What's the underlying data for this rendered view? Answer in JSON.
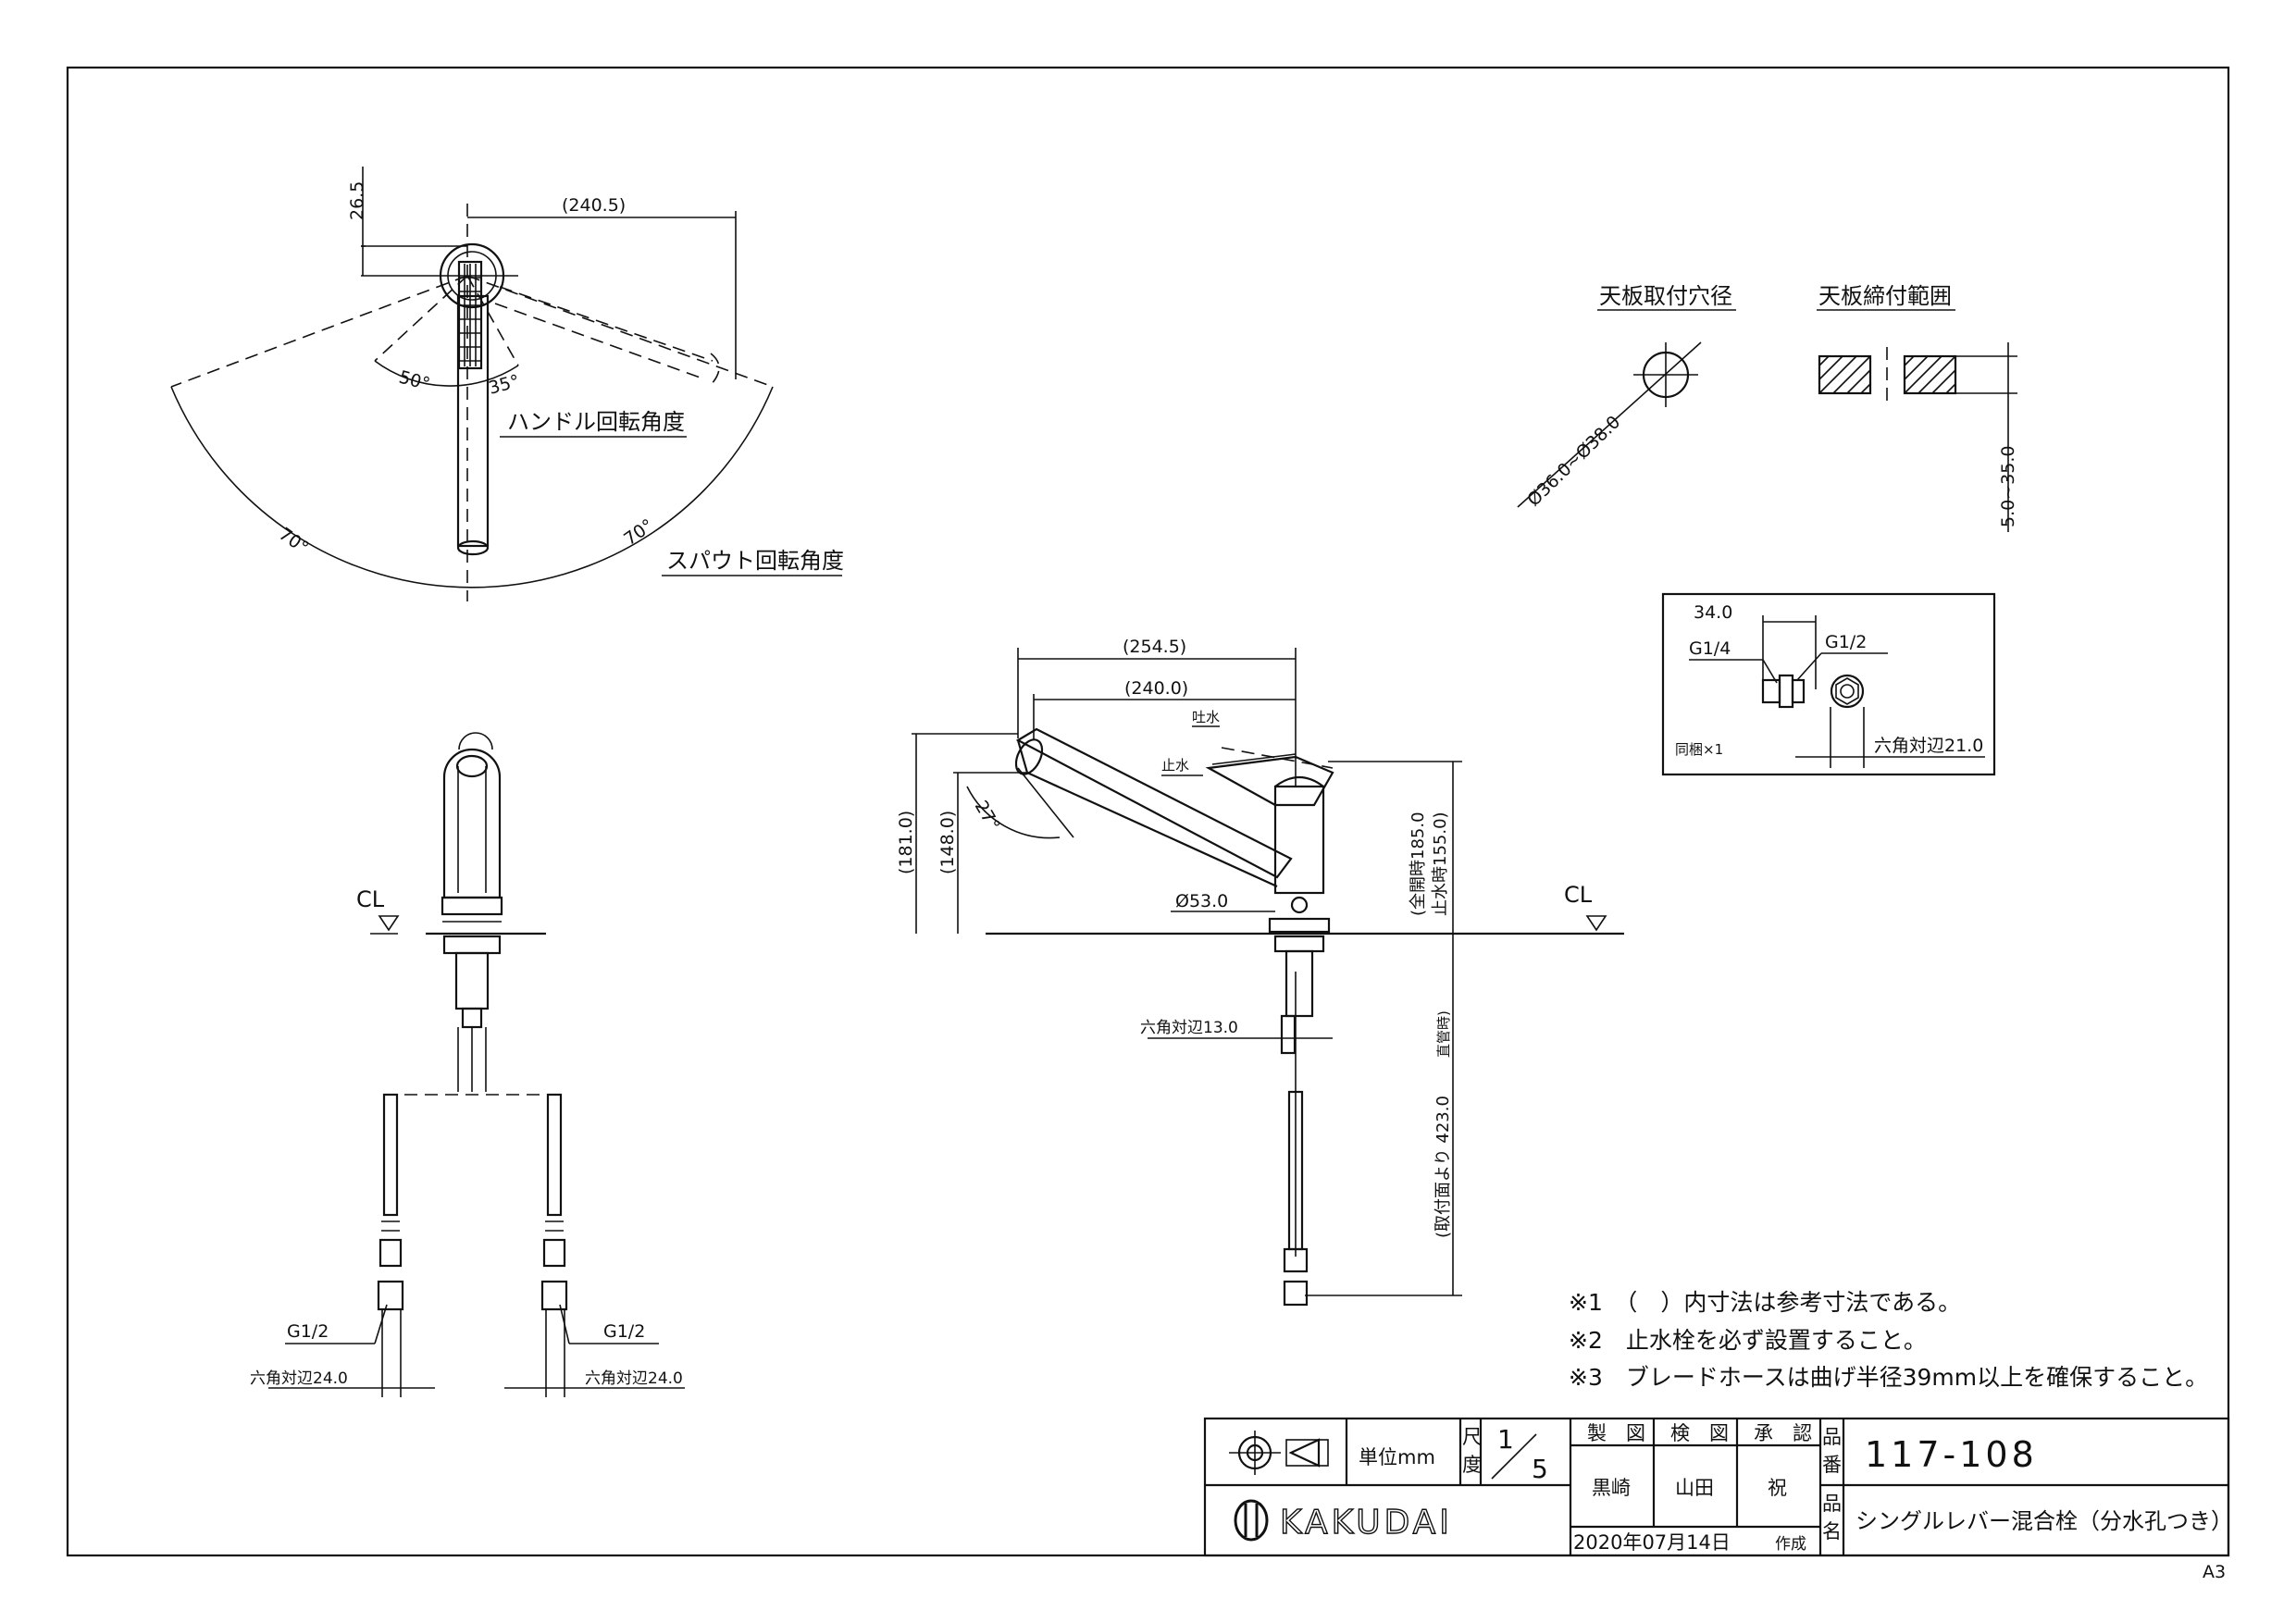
{
  "top_view": {
    "dim_offset": "26.5",
    "dim_reach": "(240.5)",
    "angle_left": "50°",
    "angle_right": "35°",
    "handle_label": "ハンドル回転角度",
    "spout_angle_left": "70°",
    "spout_angle_right": "70°",
    "spout_label": "スパウト回転角度"
  },
  "hole_detail": {
    "title": "天板取付穴径",
    "dim": "Ø36.0~Ø38.0"
  },
  "clamp_detail": {
    "title": "天板締付範囲",
    "dim": "5.0~35.0"
  },
  "accessory_box": {
    "dim_width": "34.0",
    "thread_left": "G1/4",
    "thread_right": "G1/2",
    "note": "同梱×1",
    "hex": "六角対辺21.0"
  },
  "front_view": {
    "cl": "CL",
    "thread_left": "G1/2",
    "thread_right": "G1/2",
    "hex_left": "六角対辺24.0",
    "hex_right": "六角対辺24.0"
  },
  "side_view": {
    "dim_reach_total": "(254.5)",
    "dim_reach": "(240.0)",
    "outlet_label": "吐水",
    "stop_label": "止水",
    "dim_height_total": "(181.0)",
    "dim_height_spout": "(148.0)",
    "angle": "27°",
    "dim_open": "(全開時185.0",
    "dim_stop": "止水時155.0)",
    "dim_base": "Ø53.0",
    "cl": "CL",
    "hex": "六角対辺13.0",
    "dim_hose_main": "(取付面より 423.0",
    "dim_hose_note": "直管時)"
  },
  "notes": [
    "※1　（　）内寸法は参考寸法である。",
    "※2　止水栓を必ず設置すること。",
    "※3　ブレードホースは曲げ半径39mm以上を確保すること。"
  ],
  "title_block": {
    "unit": "単位mm",
    "scale_label_1": "尺",
    "scale_label_2": "度",
    "scale_num": "1",
    "scale_den": "5",
    "drawn_header": "製　図",
    "checked_header": "検　図",
    "approved_header": "承　認",
    "drawn_by": "黒崎",
    "checked_by": "山田",
    "approved_by": "祝",
    "code_label_1": "品",
    "code_label_2": "番",
    "product_code": "117-108",
    "name_label_1": "品",
    "name_label_2": "名",
    "product_name": "シングルレバー混合栓（分水孔つき）",
    "brand": "KAKUDAI",
    "date": "2020年07月14日",
    "created": "作成",
    "sheet_size": "A3"
  }
}
